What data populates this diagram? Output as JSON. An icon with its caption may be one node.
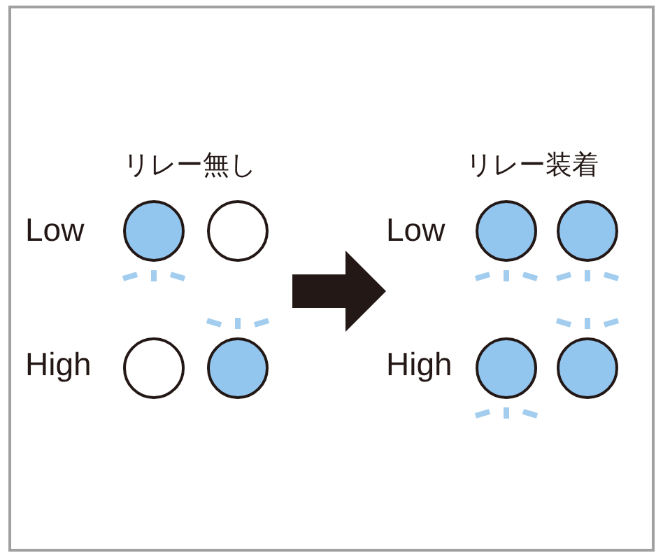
{
  "diagram": {
    "labels": [
      "リレー無し",
      "Low",
      "High",
      "リレー装着",
      "Low",
      "High"
    ]
  }
}
